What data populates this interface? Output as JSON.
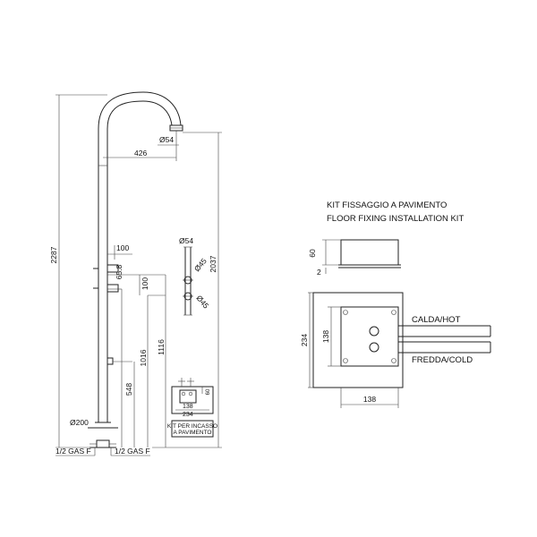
{
  "dimensions": {
    "total_height": "2287",
    "outlet_height": "2037",
    "spout_reach": "426",
    "spout_diameter": "Ø54",
    "handle_offset": "100",
    "handle_spacing": "65.8",
    "right_offset": "100",
    "valve_height": "1016",
    "box_height": "1116",
    "pipe_height": "548",
    "base_diameter": "Ø200",
    "gas_left": "1/2 GAS F",
    "gas_right": "1/2 GAS F",
    "side_diameter": "Ø54",
    "knob_diameter_1": "Ø45",
    "knob_diameter_2": "Ø45",
    "small_box_width": "138",
    "small_box_length": "234",
    "small_box_depth": "60"
  },
  "recessed_kit_label": [
    "KIT PER INCASSO",
    "A PAVIMENTO"
  ],
  "kit": {
    "title_it": "KIT FISSAGGIO A PAVIMENTO",
    "title_en": "FLOOR FIXING INSTALLATION KIT",
    "depth": "60",
    "flange": "2",
    "height": "234",
    "inner_height": "138",
    "width": "138",
    "hot_label": "CALDA/HOT",
    "cold_label": "FREDDA/COLD"
  }
}
